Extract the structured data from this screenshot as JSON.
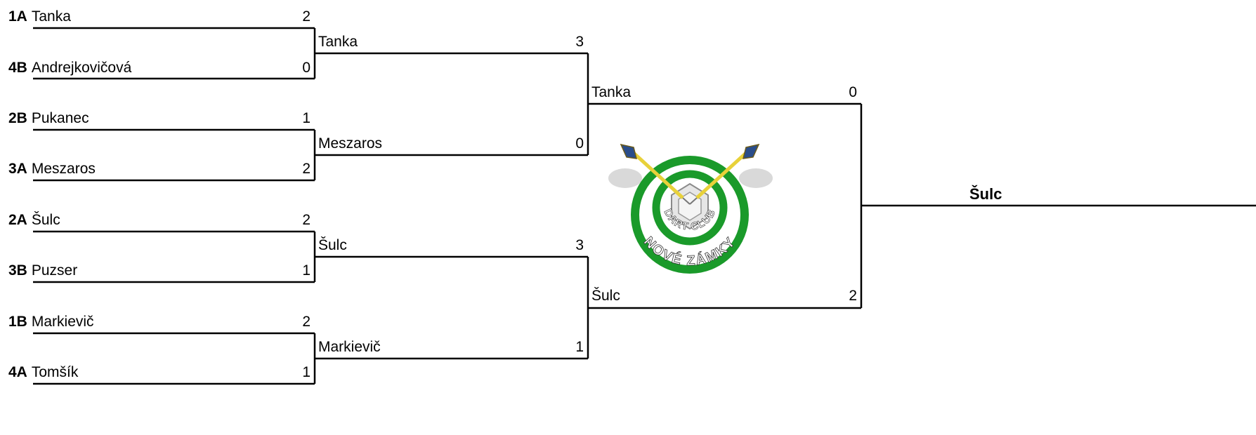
{
  "round1": [
    {
      "seed": "1A",
      "name": "Tanka",
      "score": "2"
    },
    {
      "seed": "4B",
      "name": "Andrejkovičová",
      "score": "0"
    },
    {
      "seed": "2B",
      "name": "Pukanec",
      "score": "1"
    },
    {
      "seed": "3A",
      "name": "Meszaros",
      "score": "2"
    },
    {
      "seed": "2A",
      "name": "Šulc",
      "score": "2"
    },
    {
      "seed": "3B",
      "name": "Puzser",
      "score": "1"
    },
    {
      "seed": "1B",
      "name": "Markievič",
      "score": "2"
    },
    {
      "seed": "4A",
      "name": "Tomšík",
      "score": "1"
    }
  ],
  "round2": [
    {
      "name": "Tanka",
      "score": "3"
    },
    {
      "name": "Meszaros",
      "score": "0"
    },
    {
      "name": "Šulc",
      "score": "3"
    },
    {
      "name": "Markievič",
      "score": "1"
    }
  ],
  "round3": [
    {
      "name": "Tanka",
      "score": "0"
    },
    {
      "name": "Šulc",
      "score": "2"
    }
  ],
  "champion": {
    "name": "Šulc"
  },
  "logo": {
    "line1": "DART CLUB",
    "line2": "NOVÉ ZÁMKY",
    "ring_color": "#1a9a2a",
    "dart_color": "#e8d13a"
  }
}
